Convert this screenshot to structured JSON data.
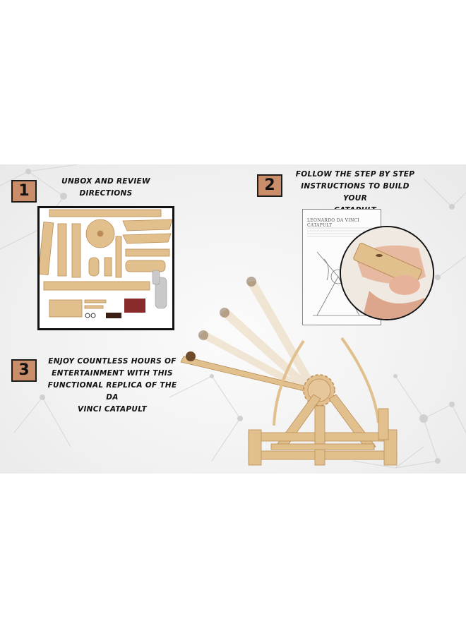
{
  "steps": [
    {
      "number": "1",
      "text_line1": "UNBOX AND REVIEW",
      "text_line2": "DIRECTIONS"
    },
    {
      "number": "2",
      "text_line1": "FOLLOW THE STEP BY STEP",
      "text_line2": "INSTRUCTIONS TO BUILD YOUR",
      "text_line3": "CATAPULT"
    },
    {
      "number": "3",
      "text_line1": "ENJOY COUNTLESS HOURS OF",
      "text_line2": "ENTERTAINMENT WITH THIS",
      "text_line3": "FUNCTIONAL REPLICA OF THE DA",
      "text_line4": "VINCI CATAPULT"
    }
  ],
  "document": {
    "title": "LEONARDO DA VINCI CATAPULT"
  },
  "colors": {
    "badge": "#c98d6a",
    "wood": "#e2c08e",
    "wood_dark": "#b98c55",
    "border": "#111111"
  },
  "icons": [
    "catapult-illustration",
    "kit-parts-illustration",
    "instruction-sheet-illustration",
    "hand-holding-piece-illustration"
  ]
}
